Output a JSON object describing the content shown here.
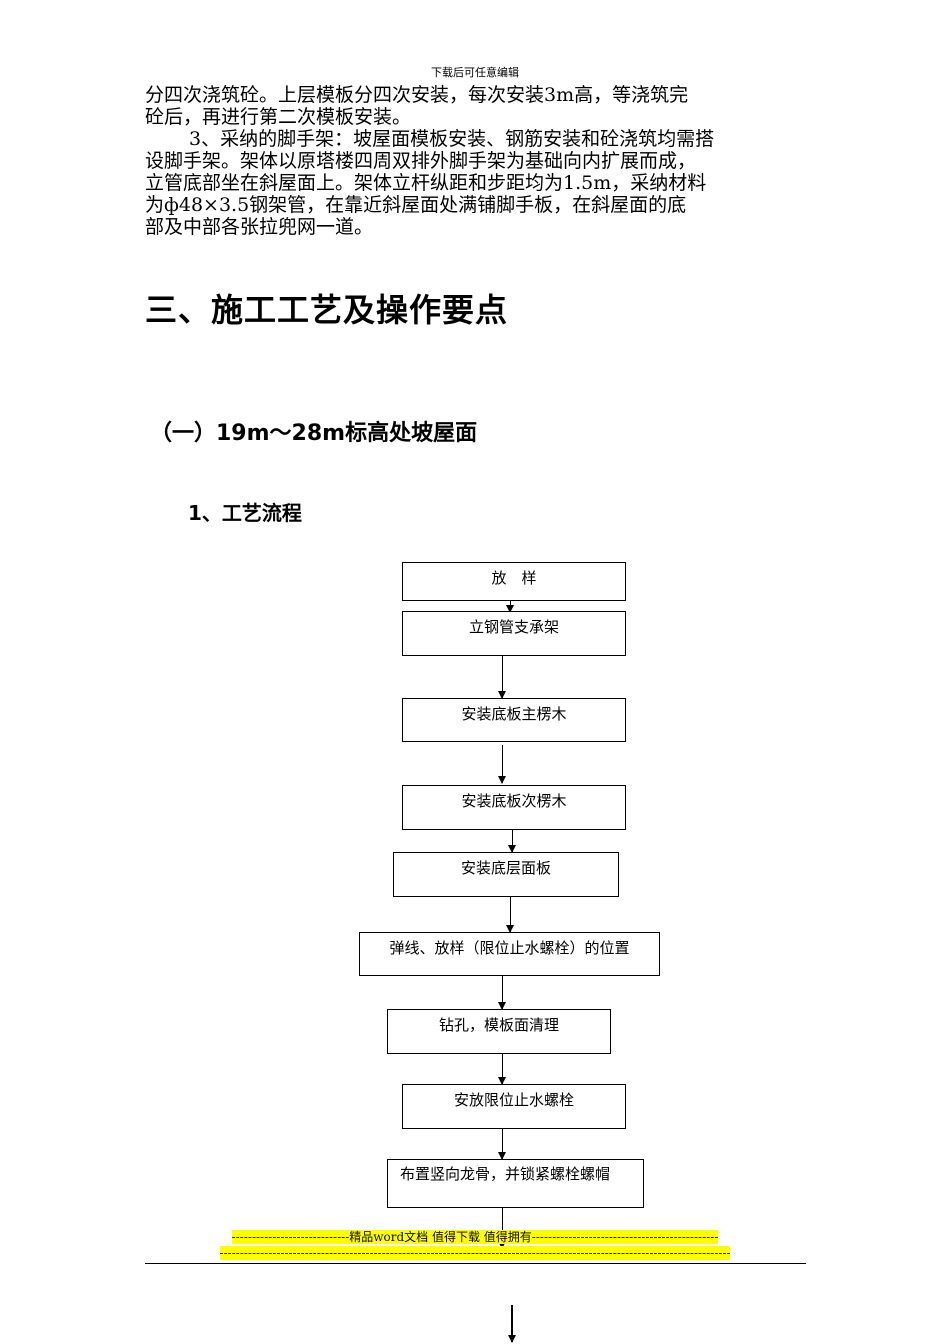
{
  "header_note": "下载后可任意编辑",
  "paragraphs": {
    "p1_line1": "分四次浇筑砼。上层模板分四次安装，每次安装3m高，等浇筑完",
    "p1_line2": "砼后，再进行第二次模板安装。",
    "p2_line1": "3、采纳的脚手架：坡屋面模板安装、钢筋安装和砼浇筑均需搭",
    "p2_line2": "设脚手架。架体以原塔楼四周双排外脚手架为基础向内扩展而成，",
    "p2_line3": "立管底部坐在斜屋面上。架体立杆纵距和步距均为1.5m，采纳材料",
    "p2_line4": "为ф48×3.5钢架管，在靠近斜屋面处满铺脚手板，在斜屋面的底",
    "p2_line5": "部及中部各张拉兜网一道。"
  },
  "heading1": "三、施工工艺及操作要点",
  "heading2": "（一）19m～28m标高处坡屋面",
  "heading3": "1、工艺流程",
  "flow_steps": [
    "放　样",
    "立钢管支承架",
    "安装底板主楞木",
    "安装底板次楞木",
    "安装底层面板",
    "弹线、放样（限位止水螺栓）的位置",
    "钻孔，模板面清理",
    "安放限位止水螺栓",
    "布置竖向龙骨，并锁紧螺栓螺帽"
  ],
  "footer": {
    "line1": "-----------------------------精品word文档 值得下载 值得拥有----------------------------------------------",
    "line2": "------------------------------------------------------------------------------------------------------------------------------"
  }
}
